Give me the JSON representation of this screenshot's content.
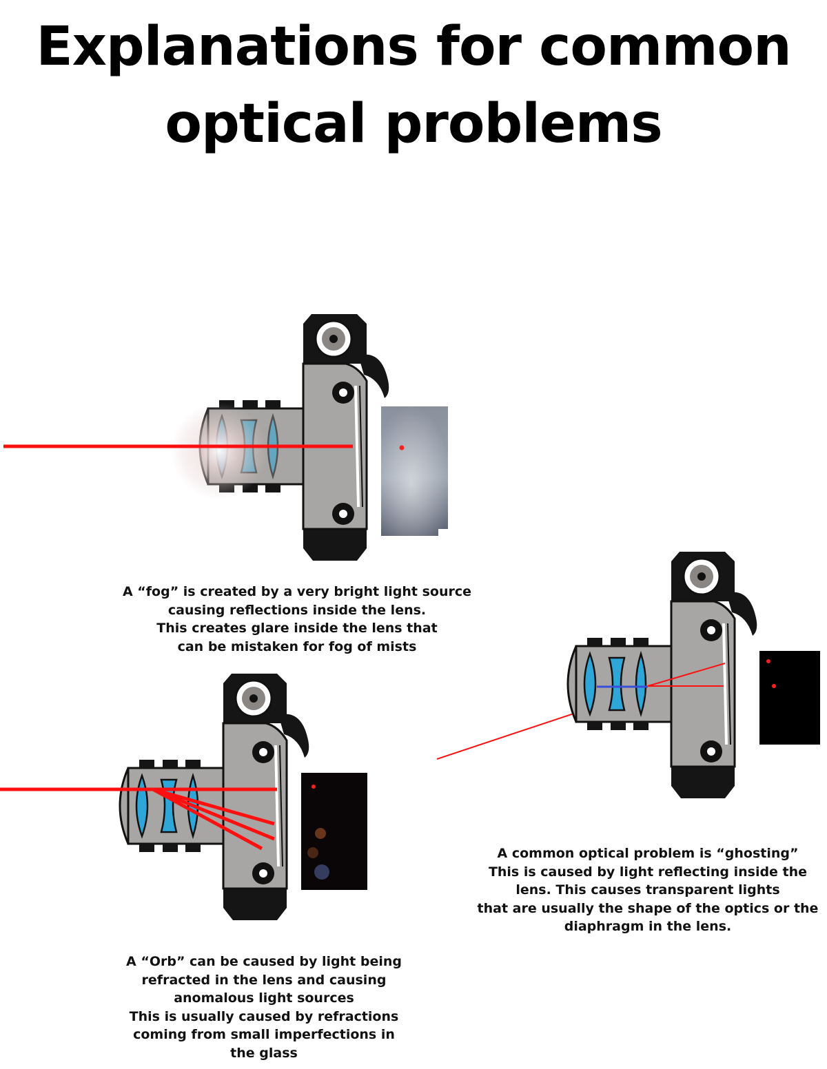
{
  "title": {
    "line1": "Explanations for common",
    "line2": "optical problems"
  },
  "captions": {
    "fog": [
      "A “fog” is created by a very bright light source",
      "causing reflections inside the lens.",
      "This creates glare inside the lens that",
      "can be mistaken for fog of mists"
    ],
    "ghosting": [
      "A common optical problem is “ghosting”",
      "This is caused by light reflecting inside the",
      "lens.  This causes transparent lights",
      "that are usually the shape of the optics or the",
      "diaphragm in the lens."
    ],
    "orb": [
      "A “Orb” can be caused by light being",
      "refracted in the lens and causing",
      "anomalous light sources",
      "This is usually caused by refractions",
      "coming from small imperfections in",
      "the glass"
    ]
  },
  "colors": {
    "body": "#a8a6a4",
    "outline": "#111111",
    "lens": "#2ea6d8",
    "ray": "#ff1010",
    "ghost_ray": "#3a4fd8"
  }
}
